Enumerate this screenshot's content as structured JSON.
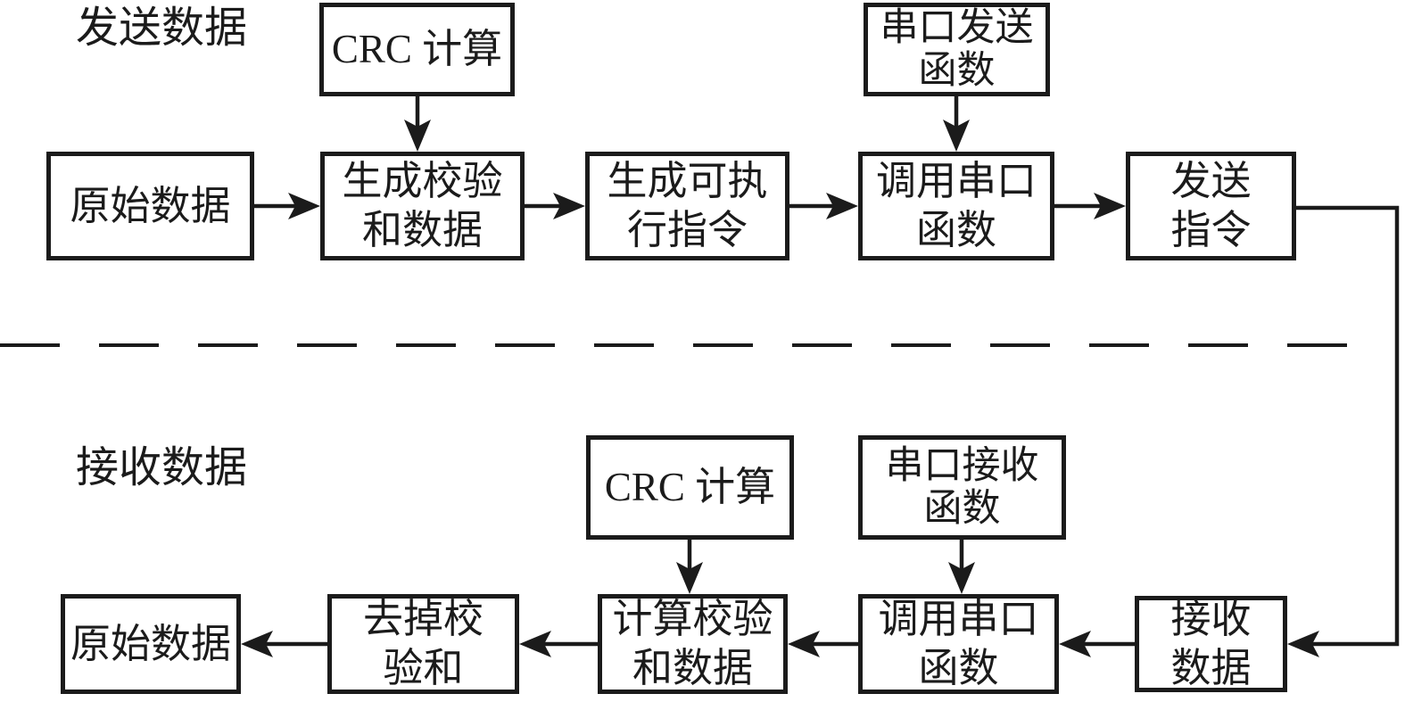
{
  "diagram": {
    "sections": {
      "send_label": "发送数据",
      "receive_label": "接收数据"
    },
    "colors": {
      "ink": "#1b1b1b",
      "background": "#ffffff"
    },
    "nodes": {
      "crc_send": {
        "line1": "CRC 计算"
      },
      "serial_send": {
        "line1": "串口发送",
        "line2": "函数"
      },
      "raw_send": {
        "line1": "原始数据"
      },
      "gen_checksum": {
        "line1": "生成校验",
        "line2": "和数据"
      },
      "gen_exec": {
        "line1": "生成可执",
        "line2": "行指令"
      },
      "call_serial_send": {
        "line1": "调用串口",
        "line2": "函数"
      },
      "send_cmd": {
        "line1": "发送",
        "line2": "指令"
      },
      "crc_recv": {
        "line1": "CRC 计算"
      },
      "serial_recv": {
        "line1": "串口接收",
        "line2": "函数"
      },
      "recv_data": {
        "line1": "接收",
        "line2": "数据"
      },
      "call_serial_recv": {
        "line1": "调用串口",
        "line2": "函数"
      },
      "calc_checksum": {
        "line1": "计算校验",
        "line2": "和数据"
      },
      "strip_checksum": {
        "line1": "去掉校",
        "line2": "验和"
      },
      "raw_recv": {
        "line1": "原始数据"
      }
    },
    "edges": [
      {
        "from": "raw_send",
        "to": "gen_checksum"
      },
      {
        "from": "crc_send",
        "to": "gen_checksum"
      },
      {
        "from": "gen_checksum",
        "to": "gen_exec"
      },
      {
        "from": "gen_exec",
        "to": "call_serial_send"
      },
      {
        "from": "serial_send",
        "to": "call_serial_send"
      },
      {
        "from": "call_serial_send",
        "to": "send_cmd"
      },
      {
        "from": "send_cmd",
        "to": "recv_data"
      },
      {
        "from": "recv_data",
        "to": "call_serial_recv"
      },
      {
        "from": "serial_recv",
        "to": "call_serial_recv"
      },
      {
        "from": "call_serial_recv",
        "to": "calc_checksum"
      },
      {
        "from": "crc_recv",
        "to": "calc_checksum"
      },
      {
        "from": "calc_checksum",
        "to": "strip_checksum"
      },
      {
        "from": "strip_checksum",
        "to": "raw_recv"
      }
    ]
  }
}
